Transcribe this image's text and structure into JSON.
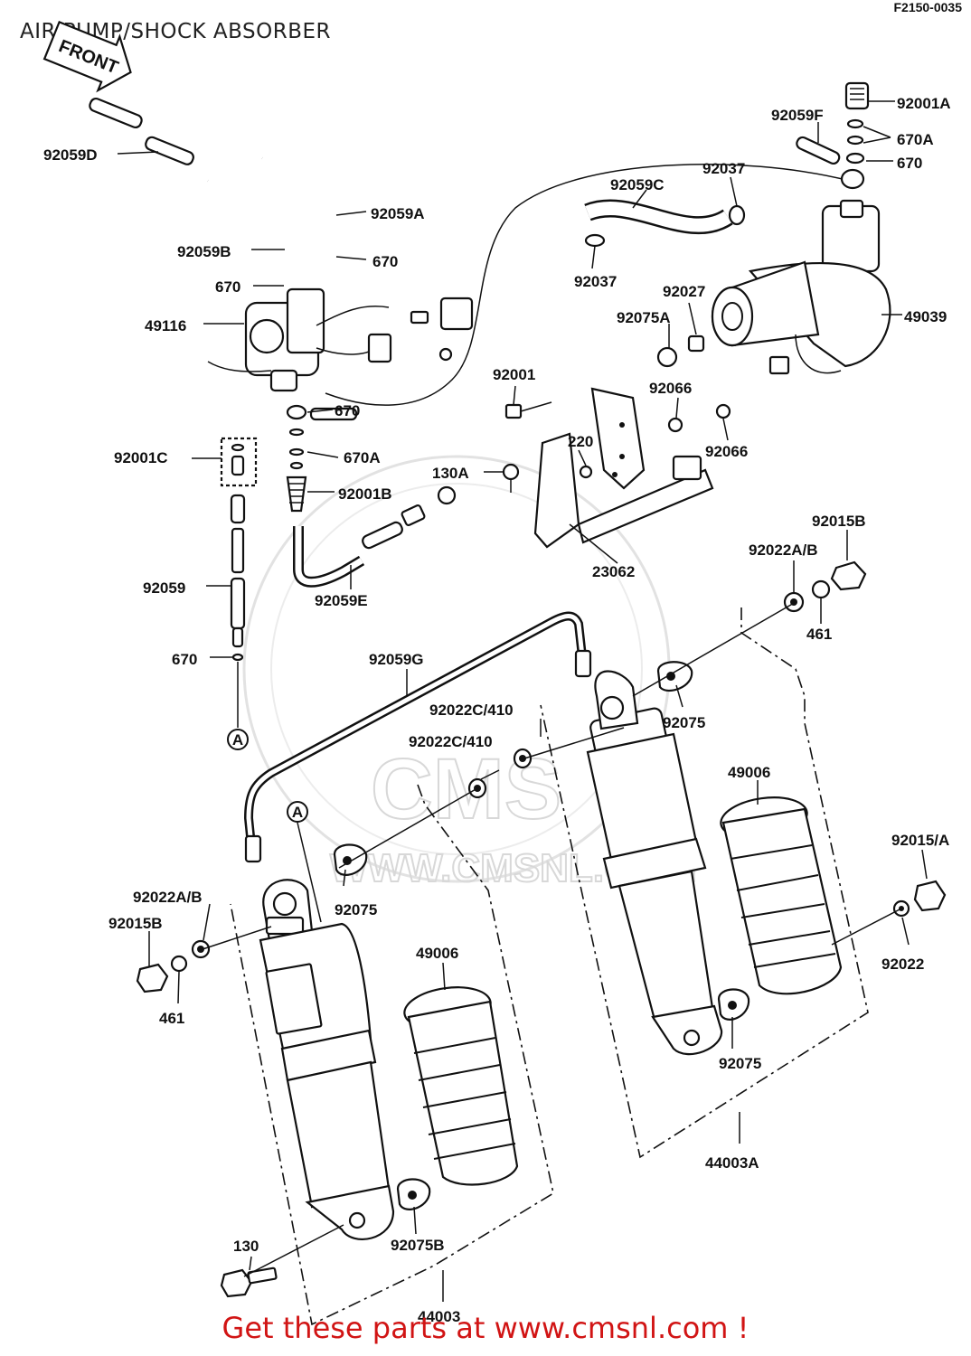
{
  "title": "AIR PUMP/SHOCK ABSORBER",
  "diagram_code": "F2150-0035",
  "front_arrow_label": "FRONT",
  "watermark_text": "WWW.CMSNL.COM",
  "watermark_logo": "CMS",
  "footer": "Get these parts at www.cmsnl.com !",
  "footer_color": "#d11414",
  "callouts": [
    {
      "id": "92001A"
    },
    {
      "id": "92059F"
    },
    {
      "id": "670A"
    },
    {
      "id": "670"
    },
    {
      "id": "92059D"
    },
    {
      "id": "92059C"
    },
    {
      "id": "92037"
    },
    {
      "id": "92059A"
    },
    {
      "id": "92059B"
    },
    {
      "id": "670"
    },
    {
      "id": "670"
    },
    {
      "id": "92037"
    },
    {
      "id": "92027"
    },
    {
      "id": "49116"
    },
    {
      "id": "92075A"
    },
    {
      "id": "49039"
    },
    {
      "id": "92001"
    },
    {
      "id": "92066"
    },
    {
      "id": "670"
    },
    {
      "id": "220"
    },
    {
      "id": "92066"
    },
    {
      "id": "92001C"
    },
    {
      "id": "670A"
    },
    {
      "id": "130A"
    },
    {
      "id": "92001B"
    },
    {
      "id": "23062"
    },
    {
      "id": "92015B"
    },
    {
      "id": "92022A/B"
    },
    {
      "id": "92059"
    },
    {
      "id": "92059E"
    },
    {
      "id": "461"
    },
    {
      "id": "670"
    },
    {
      "id": "92059G"
    },
    {
      "id": "92022C/410"
    },
    {
      "id": "92075"
    },
    {
      "id": "92022C/410"
    },
    {
      "id": "A"
    },
    {
      "id": "49006"
    },
    {
      "id": "A"
    },
    {
      "id": "92015/A"
    },
    {
      "id": "92022A/B"
    },
    {
      "id": "92075"
    },
    {
      "id": "92015B"
    },
    {
      "id": "92022"
    },
    {
      "id": "49006"
    },
    {
      "id": "461"
    },
    {
      "id": "92075"
    },
    {
      "id": "44003A"
    },
    {
      "id": "130"
    },
    {
      "id": "92075B"
    },
    {
      "id": "44003"
    }
  ]
}
